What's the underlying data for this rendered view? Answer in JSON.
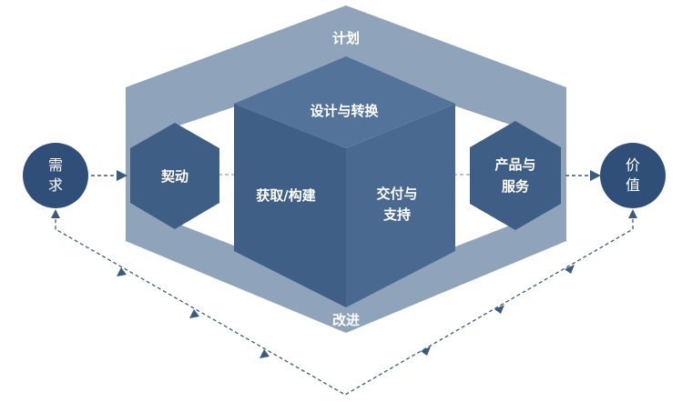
{
  "frame": {
    "top_label": "计划",
    "bottom_label": "改进"
  },
  "cube": {
    "top_label": "设计与转换",
    "left_label": "获取/构建",
    "right_label_line1": "交付与",
    "right_label_line2": "支持"
  },
  "left_hex_label": "契动",
  "right_hex_line1": "产品与",
  "right_hex_line2": "服务",
  "left_circle": {
    "line1": "需",
    "line2": "求"
  },
  "right_circle": {
    "line1": "价",
    "line2": "值"
  },
  "colors": {
    "frame": "#8fa3ba",
    "frame_dark": "#7f94ad",
    "cube_top": "#54739a",
    "cube_left": "#3f5f86",
    "cube_right": "#4a6990",
    "hex": "#3f5e85",
    "circle": "#2f4f78",
    "arrow": "#3a5a80"
  }
}
